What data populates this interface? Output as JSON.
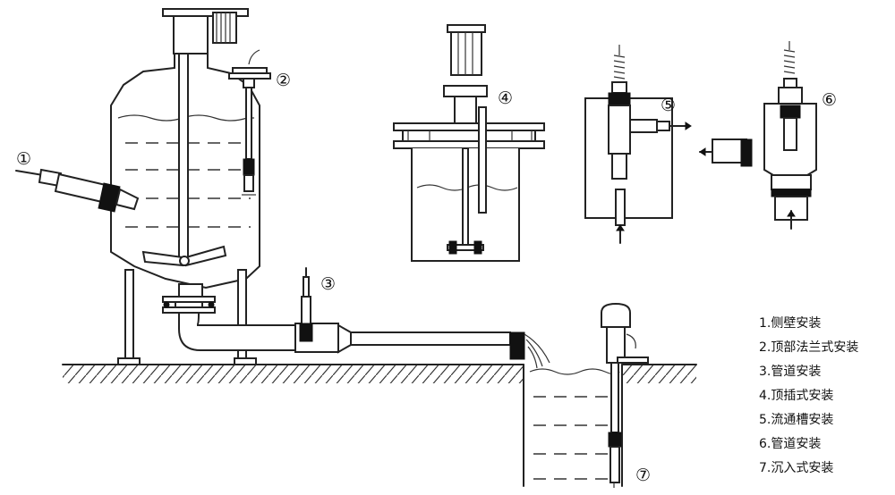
{
  "diagram": {
    "markers": [
      "①",
      "②",
      "③",
      "④",
      "⑤",
      "⑥",
      "⑦"
    ],
    "legend": [
      "1.侧壁安装",
      "2.顶部法兰式安装",
      "3.管道安装",
      "4.顶插式安装",
      "5.流通槽安装",
      "6.管道安装",
      "7.沉入式安装"
    ]
  }
}
